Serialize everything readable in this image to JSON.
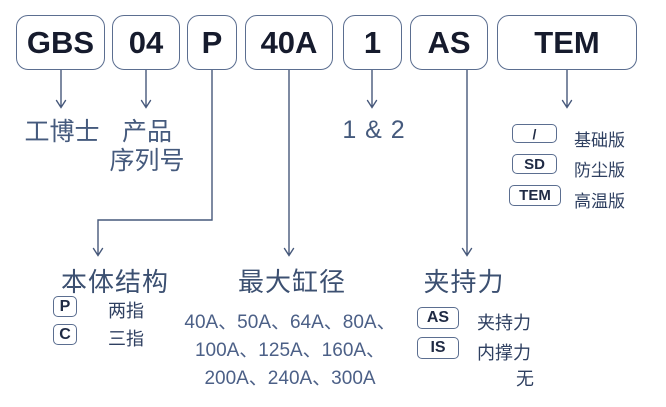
{
  "colors": {
    "box_border": "#5b6e90",
    "box_text": "#161b2d",
    "connector_line": "#47597b",
    "heading_text": "#3c5071",
    "list_text": "#4c6087",
    "label_text": "#2e3f60"
  },
  "model_boxes": [
    {
      "label": "GBS"
    },
    {
      "label": "04"
    },
    {
      "label": "P"
    },
    {
      "label": "40A"
    },
    {
      "label": "1"
    },
    {
      "label": "AS"
    },
    {
      "label": "TEM"
    }
  ],
  "annotations": {
    "brand": "工博士",
    "series_line1": "产品",
    "series_line2": "序列号",
    "variant": "1 & 2",
    "body_structure": {
      "title": "本体结构",
      "options": [
        {
          "code": "P",
          "label": "两指"
        },
        {
          "code": "C",
          "label": "三指"
        }
      ]
    },
    "max_bore": {
      "title": "最大缸径",
      "lines": [
        "40A、50A、64A、80A、",
        "100A、125A、160A、",
        "200A、240A、300A"
      ]
    },
    "grip_force": {
      "title": "夹持力",
      "options": [
        {
          "code": "AS",
          "label": "夹持力"
        },
        {
          "code": "IS",
          "label": "内撑力"
        }
      ],
      "none_label": "无"
    },
    "version": {
      "options": [
        {
          "code": "/",
          "label": "基础版"
        },
        {
          "code": "SD",
          "label": "防尘版"
        },
        {
          "code": "TEM",
          "label": "高温版"
        }
      ]
    }
  }
}
